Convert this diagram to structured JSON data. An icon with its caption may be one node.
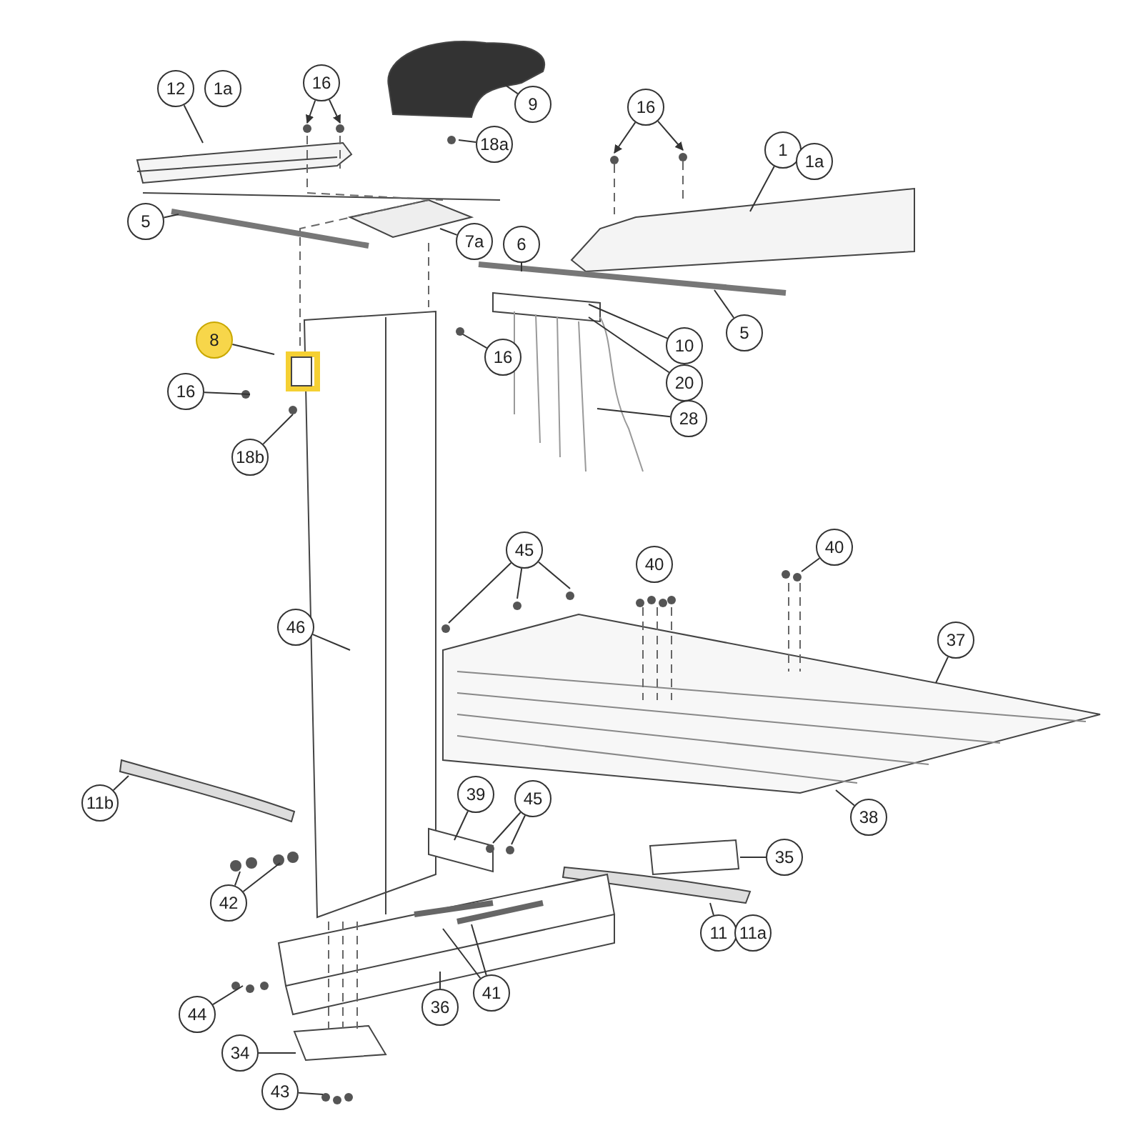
{
  "diagram": {
    "nodes": [
      {
        "text": [
          "12"
        ]
      },
      {
        "text": [
          "16"
        ]
      },
      {
        "text": [
          "9"
        ]
      },
      {
        "text": [
          "18a"
        ]
      },
      {
        "text": [
          "16"
        ]
      },
      {
        "text": [
          "1"
        ]
      },
      {
        "text": [
          "5"
        ]
      },
      {
        "text": [
          "7a"
        ]
      },
      {
        "text": [
          "6"
        ]
      },
      {
        "text": [
          "8"
        ]
      },
      {
        "text": [
          "16"
        ]
      },
      {
        "text": [
          "16"
        ]
      },
      {
        "text": [
          "10"
        ]
      },
      {
        "text": [
          "20"
        ]
      },
      {
        "text": [
          "5"
        ]
      },
      {
        "text": [
          "28"
        ]
      },
      {
        "text": [
          "18b"
        ]
      },
      {
        "text": [
          "45"
        ]
      },
      {
        "text": [
          "40"
        ]
      },
      {
        "text": [
          "37"
        ]
      },
      {
        "text": [
          "46"
        ]
      },
      {
        "text": [
          "11b"
        ]
      },
      {
        "text": [
          "39"
        ]
      },
      {
        "text": [
          "45"
        ]
      },
      {
        "text": [
          "38"
        ]
      },
      {
        "text": [
          "35"
        ]
      },
      {
        "text": [
          "42"
        ]
      },
      {
        "text": [
          "11"
        ]
      },
      {
        "text": [
          "41"
        ]
      },
      {
        "text": [
          "36"
        ]
      },
      {
        "text": [
          "44"
        ]
      },
      {
        "text": [
          "34"
        ]
      },
      {
        "text": [
          "43"
        ]
      },
      {
        "text": [
          "1a"
        ]
      },
      {
        "text": [
          "1a"
        ]
      },
      {
        "text": [
          "40"
        ]
      },
      {
        "text": [
          "11a"
        ]
      }
    ],
    "edges": [
      {
        "from": 0,
        "to": null,
        "arrow": "none"
      },
      {
        "from": 1,
        "to": null,
        "arrow": "to"
      },
      {
        "from": 1,
        "to": null,
        "arrow": "to"
      },
      {
        "from": 2,
        "to": null,
        "arrow": "none"
      },
      {
        "from": 3,
        "to": null,
        "arrow": "none"
      },
      {
        "from": 4,
        "to": null,
        "arrow": "to"
      },
      {
        "from": 4,
        "to": null,
        "arrow": "to"
      },
      {
        "from": 5,
        "to": null,
        "arrow": "none"
      },
      {
        "from": 6,
        "to": null,
        "arrow": "none"
      },
      {
        "from": 7,
        "to": null,
        "arrow": "none"
      },
      {
        "from": 8,
        "to": null,
        "arrow": "none"
      },
      {
        "from": 9,
        "to": null,
        "arrow": "none"
      },
      {
        "from": 10,
        "to": null,
        "arrow": "none"
      },
      {
        "from": 11,
        "to": null,
        "arrow": "none"
      },
      {
        "from": 12,
        "to": null,
        "arrow": "none"
      },
      {
        "from": 13,
        "to": null,
        "arrow": "none"
      },
      {
        "from": 14,
        "to": null,
        "arrow": "none"
      },
      {
        "from": 15,
        "to": null,
        "arrow": "none"
      },
      {
        "from": 16,
        "to": null,
        "arrow": "none"
      },
      {
        "from": 17,
        "to": null,
        "arrow": "none"
      },
      {
        "from": 17,
        "to": null,
        "arrow": "none"
      },
      {
        "from": 17,
        "to": null,
        "arrow": "none"
      },
      {
        "from": 18,
        "to": null,
        "arrow": "none"
      },
      {
        "from": 19,
        "to": null,
        "arrow": "none"
      },
      {
        "from": 20,
        "to": null,
        "arrow": "none"
      },
      {
        "from": 21,
        "to": null,
        "arrow": "none"
      },
      {
        "from": 22,
        "to": null,
        "arrow": "none"
      },
      {
        "from": 23,
        "to": null,
        "arrow": "none"
      },
      {
        "from": 23,
        "to": null,
        "arrow": "none"
      },
      {
        "from": 24,
        "to": null,
        "arrow": "none"
      },
      {
        "from": 25,
        "to": null,
        "arrow": "none"
      },
      {
        "from": 26,
        "to": null,
        "arrow": "none"
      },
      {
        "from": 26,
        "to": null,
        "arrow": "none"
      },
      {
        "from": 27,
        "to": null,
        "arrow": "none"
      },
      {
        "from": 28,
        "to": null,
        "arrow": "none"
      },
      {
        "from": 28,
        "to": null,
        "arrow": "none"
      },
      {
        "from": 29,
        "to": null,
        "arrow": "none"
      },
      {
        "from": 30,
        "to": null,
        "arrow": "none"
      },
      {
        "from": 31,
        "to": null,
        "arrow": "none"
      },
      {
        "from": 32,
        "to": null,
        "arrow": "none"
      }
    ]
  }
}
